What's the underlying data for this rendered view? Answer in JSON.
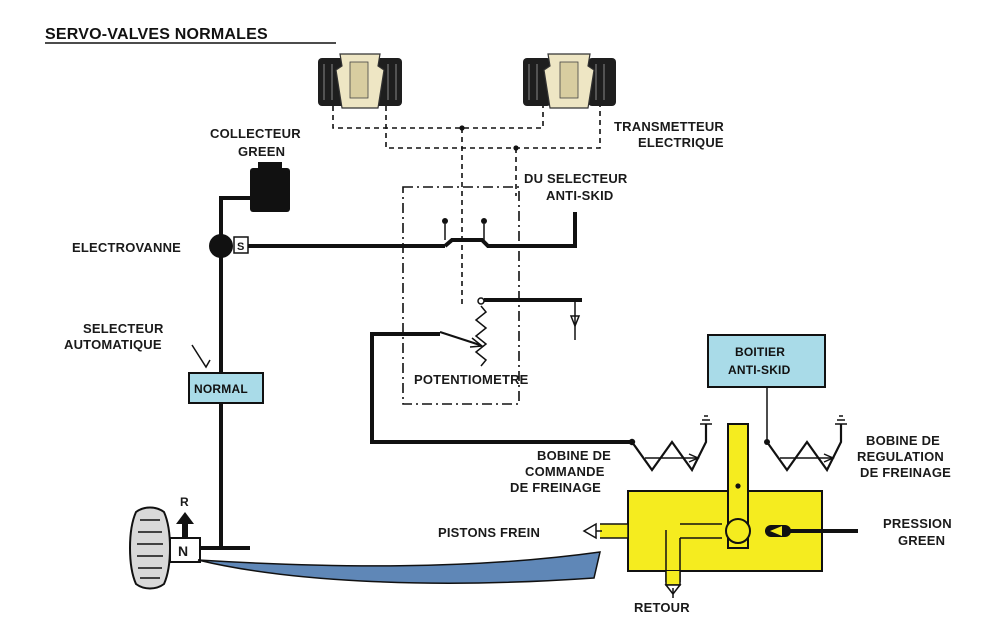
{
  "title": "SERVO-VALVES NORMALES",
  "labels": {
    "collecteur_green": [
      "COLLECTEUR",
      "GREEN"
    ],
    "transmetteur": [
      "TRANSMETTEUR",
      "ELECTRIQUE"
    ],
    "du_selecteur": [
      "DU SELECTEUR",
      "ANTI-SKID"
    ],
    "electrovanne": "ELECTROVANNE",
    "electrovanne_s": "S",
    "selecteur_auto": [
      "SELECTEUR",
      "AUTOMATIQUE"
    ],
    "normal_box": "NORMAL",
    "potentiometre": "POTENTIOMETRE",
    "boitier": [
      "BOITIER",
      "ANTI-SKID"
    ],
    "bobine_commande": [
      "BOBINE DE",
      "COMMANDE",
      "DE FREINAGE"
    ],
    "bobine_regulation": [
      "BOBINE DE",
      "REGULATION",
      "DE FREINAGE"
    ],
    "pistons_frein": "PISTONS FREIN",
    "pression_green": [
      "PRESSION",
      "GREEN"
    ],
    "retour": "RETOUR",
    "wheel_r": "R",
    "wheel_n": "N"
  },
  "colors": {
    "light_blue": "#a9dbe8",
    "yellow": "#f5ec1f",
    "black": "#111111",
    "blue_pipe": "#5f87b7",
    "valve_cream": "#eee6c4"
  }
}
